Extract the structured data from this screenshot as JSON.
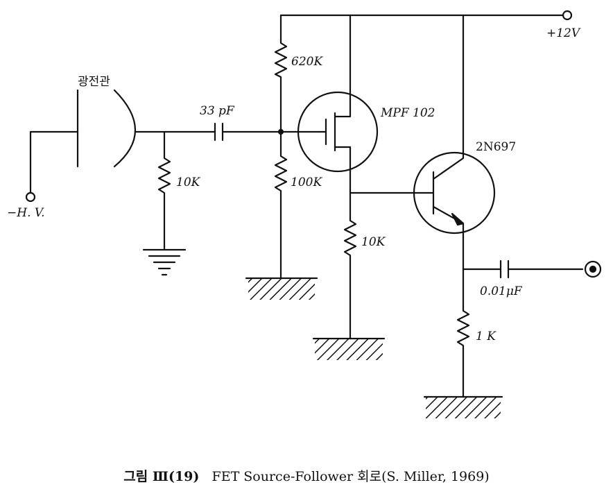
{
  "diagram": {
    "labels": {
      "photomultiplier": "광전관",
      "hv": "−H. V.",
      "cap_33pf": "33 pF",
      "r_620k": "620K",
      "r_100k": "100K",
      "r_10k_left": "10K",
      "r_10k_source": "10K",
      "fet": "MPF 102",
      "bjt": "2N697",
      "supply": "+12V",
      "cap_out": "0.01μF",
      "r_1k": "1 K"
    }
  },
  "caption": {
    "figure_no": "그림 Ⅲ(19)",
    "text": "FET Source-Follower 회로(S. Miller, 1969)"
  },
  "colors": {
    "ink": "#111111",
    "paper": "#ffffff"
  }
}
